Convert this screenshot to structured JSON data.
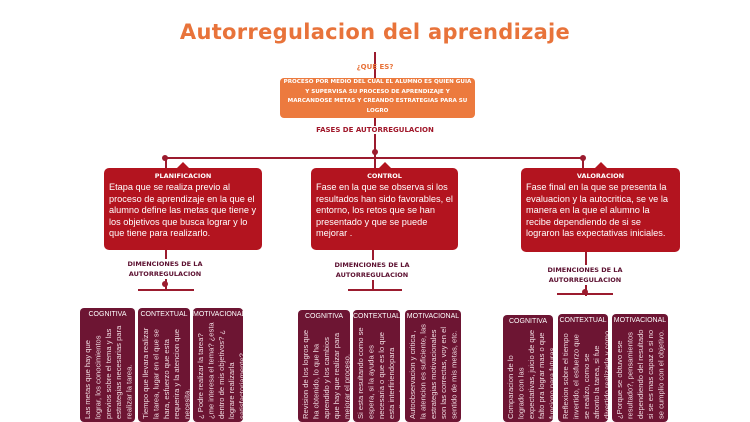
{
  "title": "Autorregulacion del aprendizaje",
  "question": "¿QUE ES?",
  "definition": "PROCESO POR MEDIO DEL CUAL EL ALUMNO ES QUIEN GUIA Y SUPERVISA SU PROCESO DE APRENDIZAJE Y MARCANDOSE METAS Y CREANDO ESTRATEGIAS PARA SU LOGRO",
  "phases_label": "FASES DE AUTORREGULACION",
  "dimensions_label": "DIMENCIONES DE LA AUTORREGULACION",
  "colors": {
    "title": "#e8733a",
    "phase": "#b3141f",
    "card": "#6d1533",
    "line": "#9b1b2e"
  },
  "phases": [
    {
      "title": "PLANIFICACION",
      "text": "Etapa que se realiza previo al proceso de aprendizaje en la que el alumno define las metas que tiene y los objetivos que busca lograr y lo que tiene para realizarlo.",
      "cards": [
        {
          "title": "COGNITIVA",
          "text": "Las metas que hay que lograr, los conocimientos previos sobre el tema y las estrategias necesarias para realizar la tarea."
        },
        {
          "title": "CONTEXTUAL",
          "text": "Tiempo que llevara realizar la tarea, lugar en el que se hara, esfuerzo que esta requerira y la atencion que necesita."
        },
        {
          "title": "MOTIVACIONAL",
          "text": "¿ Podre realizar la tarea? ¿me interesa el tema? ¿esta dentro de mis objetivos? ¿ lograre realizarla satisfactoriamente?"
        }
      ]
    },
    {
      "title": "CONTROL",
      "text": "Fase en la que se observa si los resultados han sido favorables, el entorno, los retos que se han presentado y que se puede mejorar .",
      "cards": [
        {
          "title": "COGNITIVA",
          "text": "Revision de los logros que ha obtenido, lo que ha aprendido y los cambios que hay que realizar para mejorar el proceso."
        },
        {
          "title": "CONTEXTUAL",
          "text": "Si esta resultando como se espera, si la ayuda es necesaria o que es lo que esta interfiriendopara realizar la tarea."
        },
        {
          "title": "MOTIVACIONAL",
          "text": "Autoobservacion y critica , la atencion es suficiente, las estrategias motivacionales son las correctas, voy en el sentido de mis metas, etc."
        }
      ]
    },
    {
      "title": "VALORACION",
      "text": "Fase final en la que se presenta la evaluacion y la autocritica, se ve la manera en la que el alumno la recibe dependiendo de si se lograron las expectativas iniciales.",
      "cards": [
        {
          "title": "COGNITIVA",
          "text": "Comparacion de lo logrado con las expectativas, juicio de que falto pra lograr mas o que funciono para futuras experiencias."
        },
        {
          "title": "CONTEXTUAL",
          "text": "Reflexion sobre el tiempo invertido, el esfuerzo que se realizo, como se afronto la tarea, si fue divertido realizarla y como se podria mejorar."
        },
        {
          "title": "MOTIVACIONAL",
          "text": "¿Porque se obtuvo ese resultado?, pensamientos dependiendo del resultado si se es mas capaz o si no se cumplio con el objetivo."
        }
      ]
    }
  ]
}
